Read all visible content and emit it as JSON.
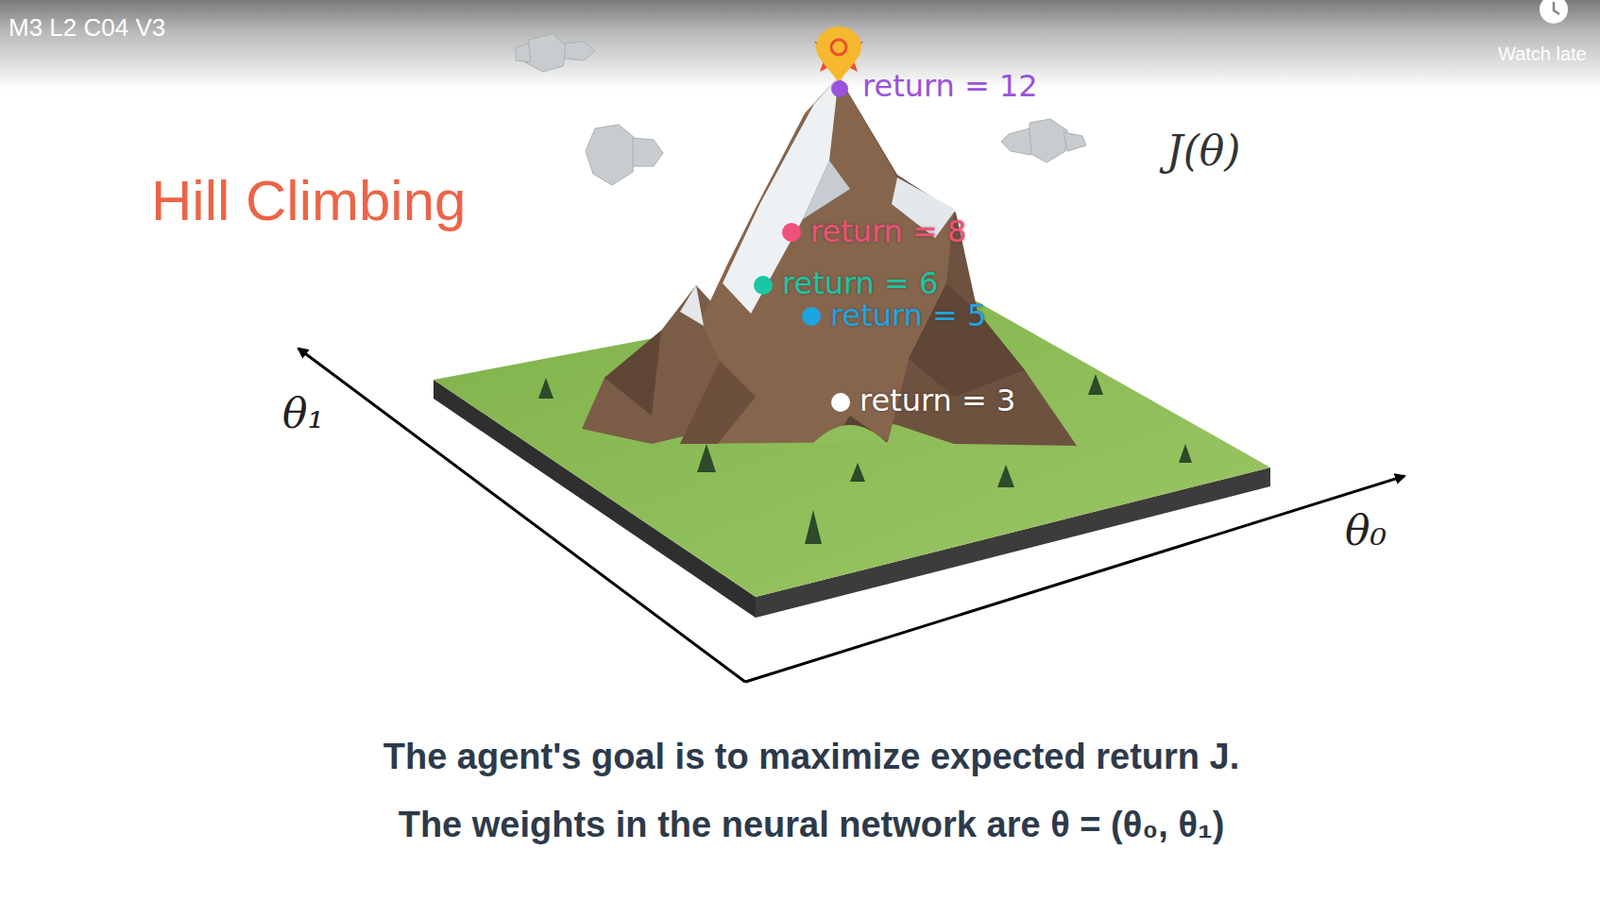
{
  "diagram": {
    "title": "Hill Climbing",
    "caption": "The agent's goal is to maximize expected return J.",
    "labels": [
      "M3 L2 C04 V3",
      "Watch late",
      "return = 12",
      "J(θ)",
      "return = 8",
      "return = 6",
      "return = 5",
      "θ₁",
      "return = 3",
      "θ₀",
      "The weights in the neural network are θ = (θ₀, θ₁)"
    ]
  }
}
